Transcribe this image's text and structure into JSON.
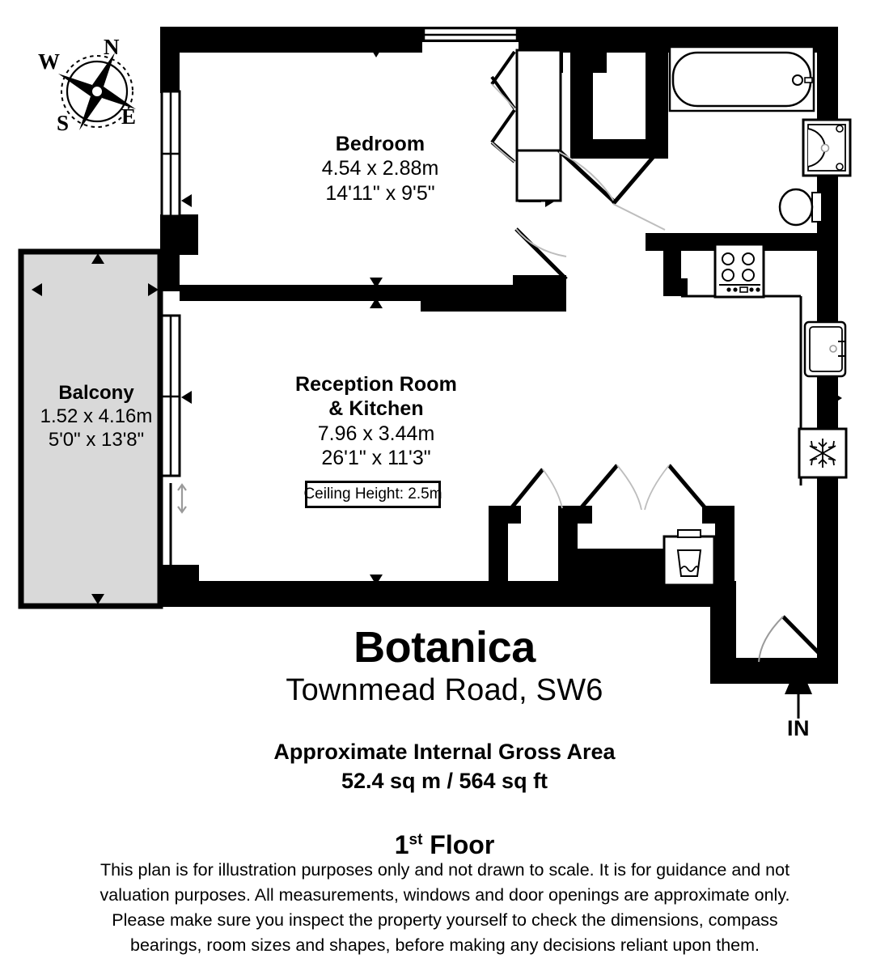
{
  "compass": {
    "name": "compass-rose",
    "north": "N",
    "east": "E",
    "south": "S",
    "west": "W"
  },
  "rooms": [
    {
      "id": "bedroom",
      "name": "Bedroom",
      "dim_metric": "4.54 x 2.88m",
      "dim_imperial": "14'11\" x 9'5\""
    },
    {
      "id": "reception",
      "name_line1": "Reception Room",
      "name_line2": "& Kitchen",
      "dim_metric": "7.96 x 3.44m",
      "dim_imperial": "26'1\" x 11'3\""
    },
    {
      "id": "balcony",
      "name": "Balcony",
      "dim_metric": "1.52 x 4.16m",
      "dim_imperial": "5'0\" x 13'8\""
    }
  ],
  "annotations": {
    "ceiling_height": "Ceiling Height: 2.5m",
    "entrance": "IN"
  },
  "title_block": {
    "property_name": "Botanica",
    "address": "Townmead Road, SW6",
    "area_heading": "Approximate Internal Gross Area",
    "area_value": "52.4 sq m / 564 sq ft",
    "floor_number": "1",
    "floor_ordinal": "st",
    "floor_word": " Floor"
  },
  "disclaimer": {
    "line1": "This plan is for illustration purposes only and not drawn to scale. It is for guidance and not",
    "line2": "valuation purposes. All measurements, windows and door openings are approximate only.",
    "line3": "Please make sure you inspect the property yourself to check the dimensions, compass",
    "line4": "bearings, room sizes and shapes, before making any decisions reliant upon them."
  },
  "colors": {
    "wall": "#000000",
    "balcony_fill": "#d9d9d9",
    "background": "#ffffff",
    "fixture_stroke": "#000000",
    "door_swing": "#9a9a9a"
  },
  "fixtures": [
    {
      "name": "bathtub",
      "room": "bathroom"
    },
    {
      "name": "washbasin",
      "room": "bathroom"
    },
    {
      "name": "toilet",
      "room": "bathroom"
    },
    {
      "name": "hob",
      "room": "kitchen"
    },
    {
      "name": "sink",
      "room": "kitchen"
    },
    {
      "name": "fridge-freezer",
      "room": "kitchen"
    },
    {
      "name": "washing-machine",
      "room": "utility-cupboard"
    },
    {
      "name": "wardrobe",
      "room": "bedroom"
    }
  ]
}
